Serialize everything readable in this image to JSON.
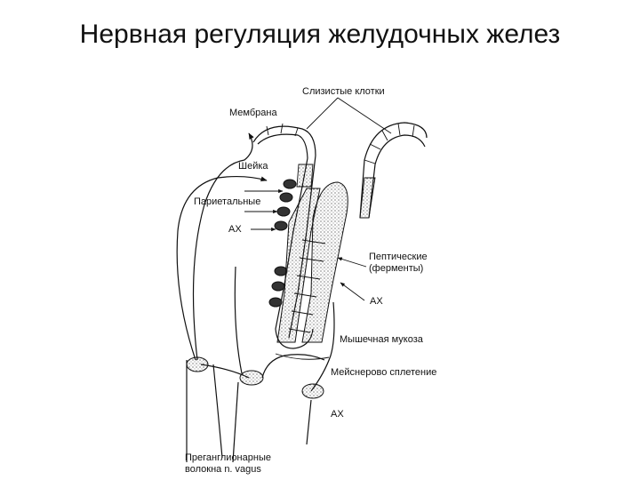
{
  "slide": {
    "title": "Нервная регуляция желудочных желез"
  },
  "diagram": {
    "labels": {
      "mucous_cells": "Слизистые клотки",
      "membrane": "Мембрана",
      "neck": "Шейка",
      "parietal": "Париетальные",
      "ax_top": "АХ",
      "peptic_line1": "Пептические",
      "peptic_line2": "(ферменты)",
      "ax_mid": "АХ",
      "muscular_mucosa": "Мышечная мукоза",
      "meissner_plexus": "Мейснерово сплетение",
      "ax_bottom": "АХ",
      "preganglionic_line1": "Преганглионарные",
      "preganglionic_line2": "волокна n. vagus"
    }
  }
}
